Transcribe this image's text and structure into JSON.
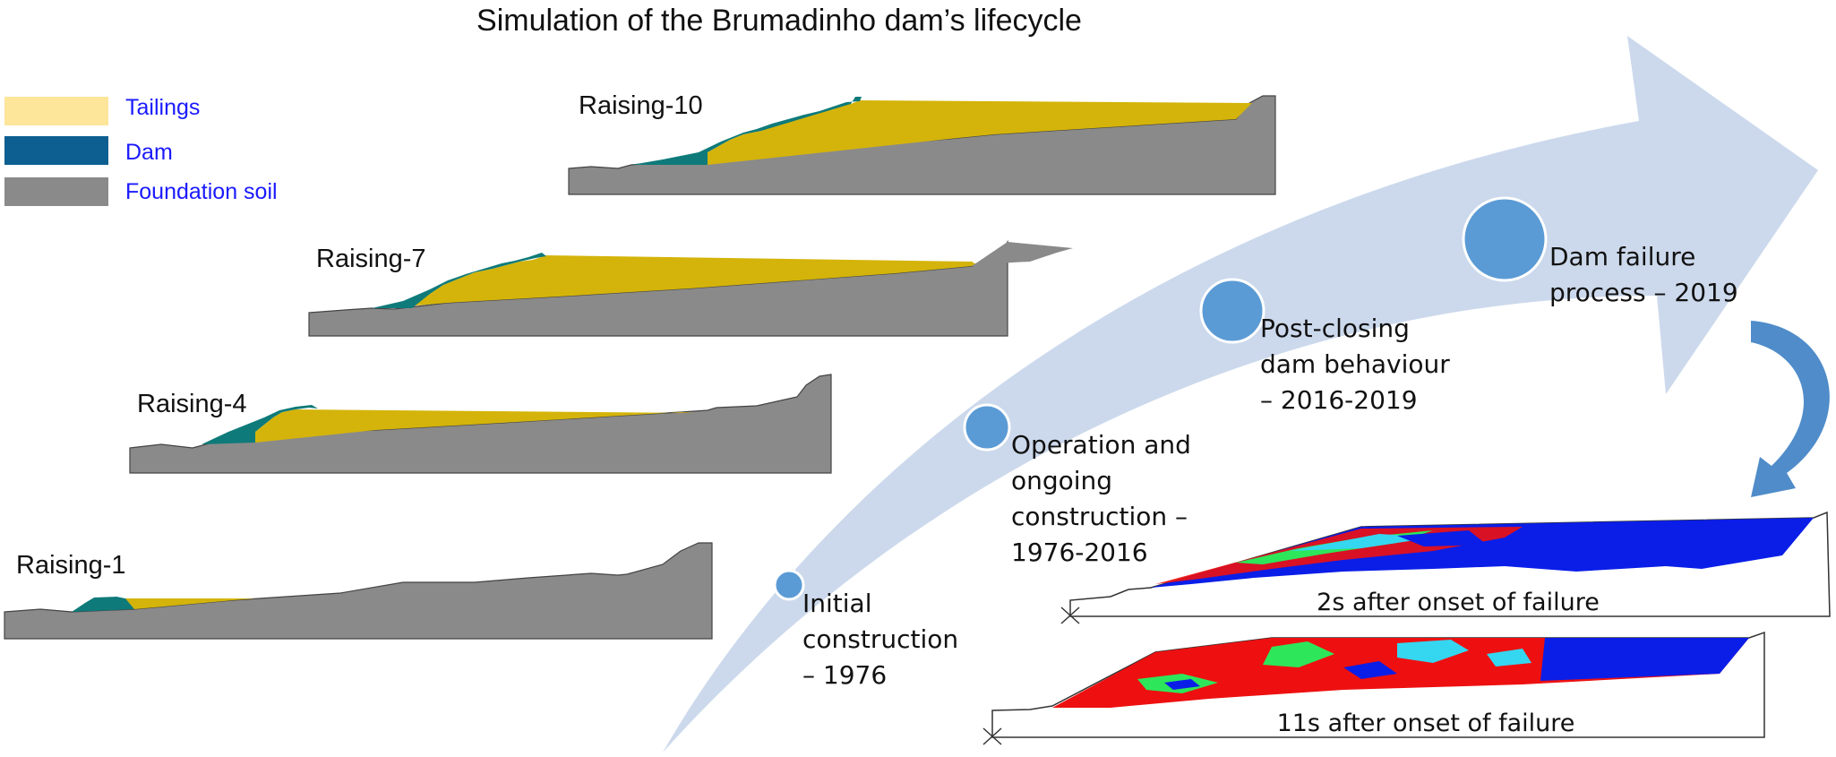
{
  "title": "Simulation of the Brumadinho dam’s lifecycle",
  "colors": {
    "tailings": "#d4b40a",
    "tailings_legend": "#fde59a",
    "dam": "#0f7a7a",
    "dam_legend": "#0d5f91",
    "foundation": "#8a8a8a",
    "arrow": "#ccd9ec",
    "circle": "#5b9bd5",
    "failure_blue": "#0a1ee8",
    "failure_red": "#ee1010",
    "failure_green": "#2ee65a",
    "failure_cyan": "#35d6f0"
  },
  "legend": {
    "items": [
      {
        "label": "Tailings"
      },
      {
        "label": "Dam"
      },
      {
        "label": "Foundation soil"
      }
    ]
  },
  "raisings": [
    {
      "label": "Raising-10"
    },
    {
      "label": "Raising-7"
    },
    {
      "label": "Raising-4"
    },
    {
      "label": "Raising-1"
    }
  ],
  "stages": [
    {
      "lines": [
        "Initial",
        "construction",
        "– 1976"
      ]
    },
    {
      "lines": [
        "Operation and",
        "ongoing",
        "construction –",
        "1976-2016"
      ]
    },
    {
      "lines": [
        "Post-closing",
        "dam behaviour",
        "– 2016-2019"
      ]
    },
    {
      "lines": [
        "Dam failure",
        "process – 2019"
      ]
    }
  ],
  "failure_panels": [
    {
      "label": "2s after onset of failure"
    },
    {
      "label": "11s after onset of failure"
    }
  ]
}
